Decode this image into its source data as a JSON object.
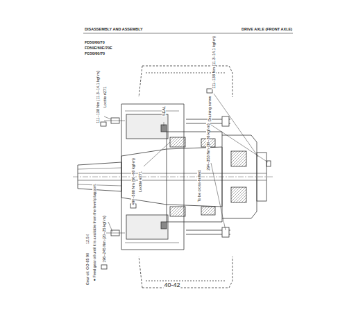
{
  "diagram": {
    "labels": [
      "DISASSEMBLY AND ASSEMBLY",
      "DRIVE AXLE (FRONT AXLE)",
      "FD50/60/70",
      "FD50E/60E/70E",
      "FG50/60/70",
      "111~138 Nm {11.3~14.1 kgf·m}",
      "Loctite #271",
      "SEAL",
      "490~588 Nm {50~60 kgf·m}",
      "Loctite #271",
      "196~245 Nm {20~25 kgf·m}",
      "111~138 Nm {11.3~14.1 kgf·m}",
      "Draining screw",
      "294~353 Nm {30~36 kgf·m}",
      "To be cross-bolted.",
      "Gear oil: GO-85 90",
      "12.5 ℓ",
      "● Feed gear oil until it is available from the level plug port.",
      "40-42"
    ]
  }
}
